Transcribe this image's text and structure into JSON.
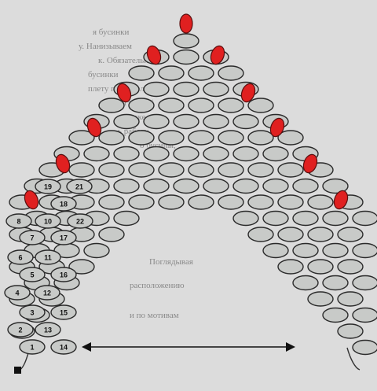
{
  "colors": {
    "background": "#dcdcdc",
    "bead_gray": "#c8cac8",
    "bead_red": "#e02020",
    "outline": "#2a2a2a"
  },
  "bead_numbers": [
    "1",
    "2",
    "3",
    "4",
    "5",
    "6",
    "7",
    "8",
    "10",
    "11",
    "12",
    "13",
    "14",
    "15",
    "16",
    "17",
    "18",
    "19",
    "21",
    "22"
  ],
  "arrow": "double-headed",
  "background_text": [
    "я бусинки",
    "у. Нанизываем",
    "к. Обязательно",
    "бусинки",
    "плету параллельно",
    "на тонкой",
    "леске",
    "ь работу",
    "о бусины,",
    "Поглядывая",
    "расположению",
    "и по мотивам"
  ]
}
